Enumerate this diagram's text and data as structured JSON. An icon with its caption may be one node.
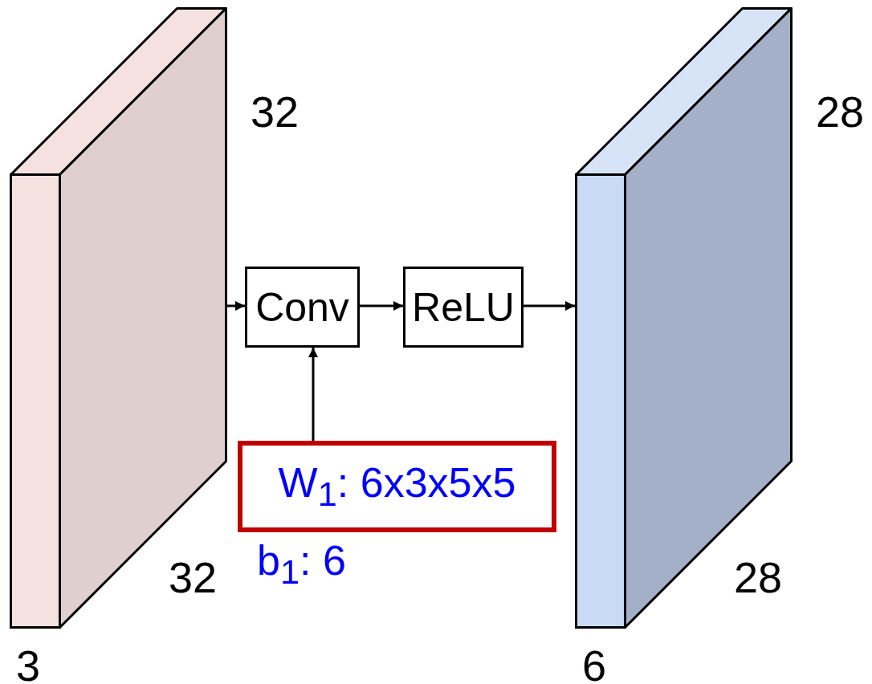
{
  "diagram": {
    "nodes": [
      {
        "text": [],
        "shape": "cuboid"
      },
      {
        "text": [
          "Conv"
        ]
      },
      {
        "text": [
          "ReLU"
        ]
      },
      {
        "text": [],
        "shape": "cuboid"
      },
      {
        "text": [
          "W$_{1}$: 6x3x5x5"
        ],
        "beside": [
          "b$_{1}$: 6"
        ]
      }
    ],
    "edges": [
      {
        "from": 0,
        "to": 1,
        "arrow": "to"
      },
      {
        "from": 1,
        "to": 2,
        "arrow": "to"
      },
      {
        "from": 2,
        "to": 3,
        "arrow": "to"
      },
      {
        "from": 4,
        "to": 1,
        "arrow": "to"
      }
    ],
    "labels": [
      "32",
      "28",
      "32",
      "28",
      "3",
      "6"
    ]
  }
}
